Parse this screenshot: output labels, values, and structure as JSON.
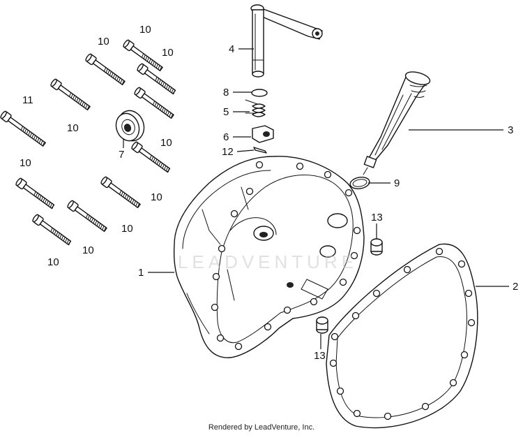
{
  "callouts": {
    "p1": "1",
    "p2": "2",
    "p3": "3",
    "p4": "4",
    "p5": "5",
    "p6": "6",
    "p7": "7",
    "p8": "8",
    "p9": "9",
    "p11": "11",
    "p12": "12",
    "p13": "13",
    "p10": "10"
  },
  "watermark": "LEADVENTURE",
  "footer": "Rendered by LeadVenture, Inc."
}
